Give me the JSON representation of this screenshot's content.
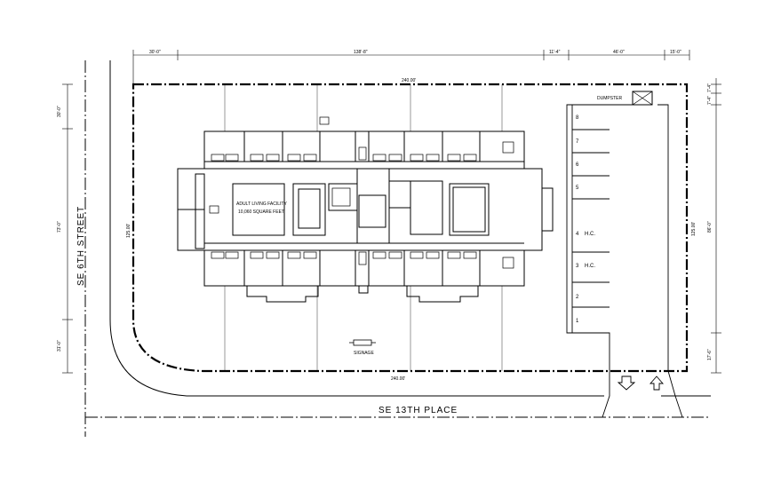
{
  "streets": {
    "west": "SE 6TH STREET",
    "south": "SE 13TH PLACE"
  },
  "building": {
    "label_line1": "ADULT LIVING FACILITY",
    "label_line2": "10,060 SQUARE FEET"
  },
  "site": {
    "dumpster": "DUMPSTER",
    "signage": "SIGNAGE",
    "width_top": "240.00'",
    "width_bottom": "240.00'",
    "depth_left": "125.00'",
    "depth_right": "125.00'"
  },
  "top_dims": [
    "30'-0\"",
    "138'-8\"",
    "11'-4\"",
    "46'-0\"",
    "15'-0\""
  ],
  "left_dims": [
    "30'-0\"",
    "73'-0\"",
    "31'-0\""
  ],
  "right_dims": [
    "7'-4\"",
    "7'-4\"",
    "86'-0\"",
    "17'-6\""
  ],
  "parking": [
    {
      "num": "8",
      "note": ""
    },
    {
      "num": "7",
      "note": ""
    },
    {
      "num": "6",
      "note": ""
    },
    {
      "num": "5",
      "note": ""
    },
    {
      "num": "4",
      "note": "H.C."
    },
    {
      "num": "3",
      "note": "H.C."
    },
    {
      "num": "2",
      "note": ""
    },
    {
      "num": "1",
      "note": ""
    }
  ]
}
